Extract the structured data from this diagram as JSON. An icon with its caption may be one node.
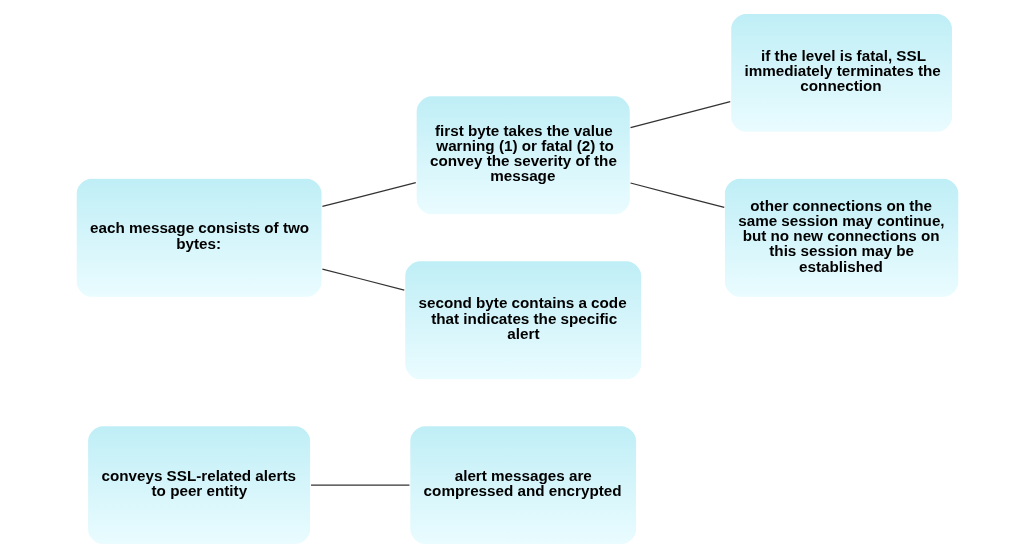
{
  "diagram": {
    "nodes": [
      {
        "text": [
          "conveys SSL-related alerts to peer entity"
        ]
      },
      {
        "text": [
          "alert messages are compressed and encrypted"
        ]
      },
      {
        "text": [
          "each message consists of two bytes:"
        ]
      },
      {
        "text": [
          "first byte takes the value warning (1) or fatal (2) to convey the severity of the message"
        ]
      },
      {
        "text": [
          "second byte contains a code that indicates the specific alert"
        ]
      },
      {
        "text": [
          "if the level is fatal, SSL immediately terminates the connection"
        ]
      },
      {
        "text": [
          "other connections on the same session may continue, but no new connections on this session may be established"
        ]
      }
    ],
    "edges": [
      {
        "from": 0,
        "to": 1,
        "arrow": "none"
      },
      {
        "from": 2,
        "to": 3,
        "arrow": "none"
      },
      {
        "from": 2,
        "to": 4,
        "arrow": "none"
      },
      {
        "from": 3,
        "to": 5,
        "arrow": "none"
      },
      {
        "from": 3,
        "to": 6,
        "arrow": "none"
      }
    ]
  }
}
